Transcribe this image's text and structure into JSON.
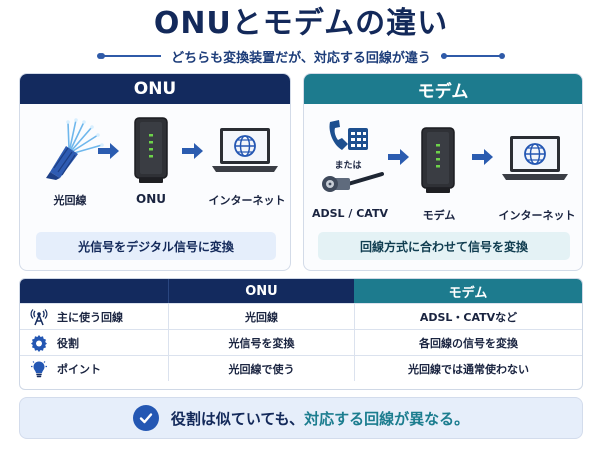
{
  "title": "ONUとモデムの違い",
  "subtitle": "どちらも変換装置だが、対応する回線が違う",
  "onu_panel": {
    "header": "ONU",
    "labels": {
      "fiber": "光回線",
      "device": "ONU",
      "internet": "インターネット"
    },
    "caption": "光信号をデジタル信号に変換"
  },
  "modem_panel": {
    "header": "モデム",
    "labels": {
      "or": "または",
      "source": "ADSL / CATV",
      "device": "モデム",
      "internet": "インターネット"
    },
    "caption": "回線方式に合わせて信号を変換"
  },
  "table": {
    "headers": {
      "onu": "ONU",
      "modem": "モデム"
    },
    "rows": [
      {
        "icon": "antenna-icon",
        "label": "主に使う回線",
        "onu": "光回線",
        "modem": "ADSL・CATVなど"
      },
      {
        "icon": "gear-icon",
        "label": "役割",
        "onu": "光信号を変換",
        "modem": "各回線の信号を変換"
      },
      {
        "icon": "lightbulb-icon",
        "label": "ポイント",
        "onu": "光回線で使う",
        "modem": "光回線では通常使わない"
      }
    ]
  },
  "footer": {
    "text_before": "役割は似ていても、",
    "text_highlight": "対応する回線が異なる。"
  },
  "colors": {
    "navy": "#132a5e",
    "teal": "#1d7b8e",
    "accent_blue": "#2457b3",
    "led_green": "#6dd34a"
  }
}
